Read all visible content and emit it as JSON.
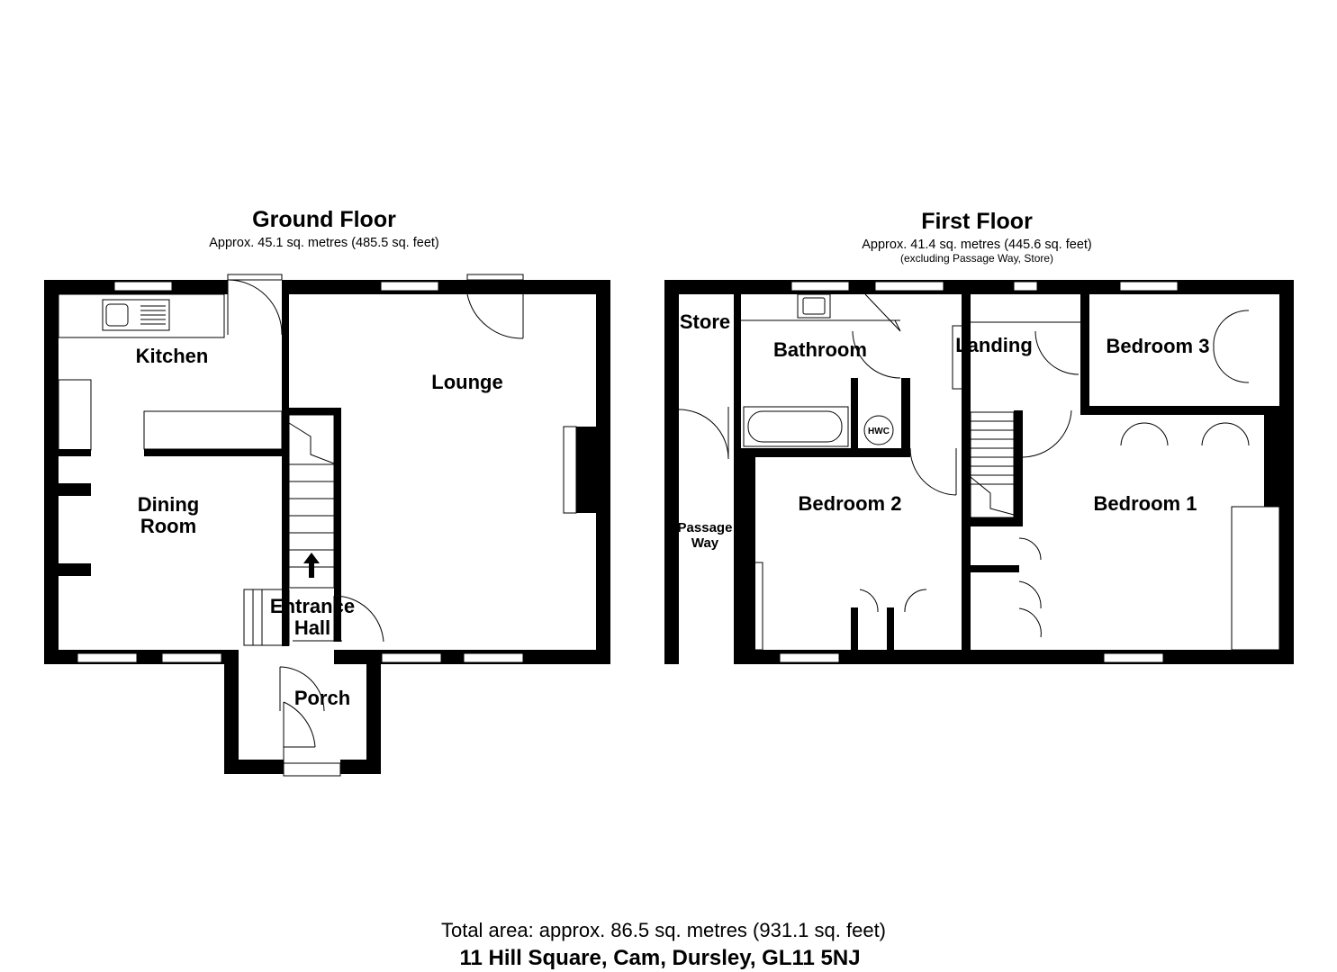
{
  "ground_floor": {
    "title": "Ground Floor",
    "area": "Approx. 45.1 sq. metres (485.5 sq. feet)",
    "rooms": {
      "kitchen": "Kitchen",
      "lounge": "Lounge",
      "dining_line1": "Dining",
      "dining_line2": "Room",
      "entrance_line1": "Entrance",
      "entrance_line2": "Hall",
      "porch": "Porch"
    }
  },
  "first_floor": {
    "title": "First Floor",
    "area": "Approx. 41.4 sq. metres (445.6 sq. feet)",
    "note": "(excluding Passage Way, Store)",
    "rooms": {
      "store": "Store",
      "bathroom": "Bathroom",
      "landing": "Landing",
      "bedroom3": "Bedroom 3",
      "bedroom2": "Bedroom 2",
      "bedroom1": "Bedroom 1",
      "passage_line1": "Passage",
      "passage_line2": "Way",
      "hwc": "HWC"
    }
  },
  "footer": {
    "total_area": "Total area: approx. 86.5 sq. metres (931.1 sq. feet)",
    "address": "11 Hill Square, Cam, Dursley, GL11 5NJ"
  }
}
